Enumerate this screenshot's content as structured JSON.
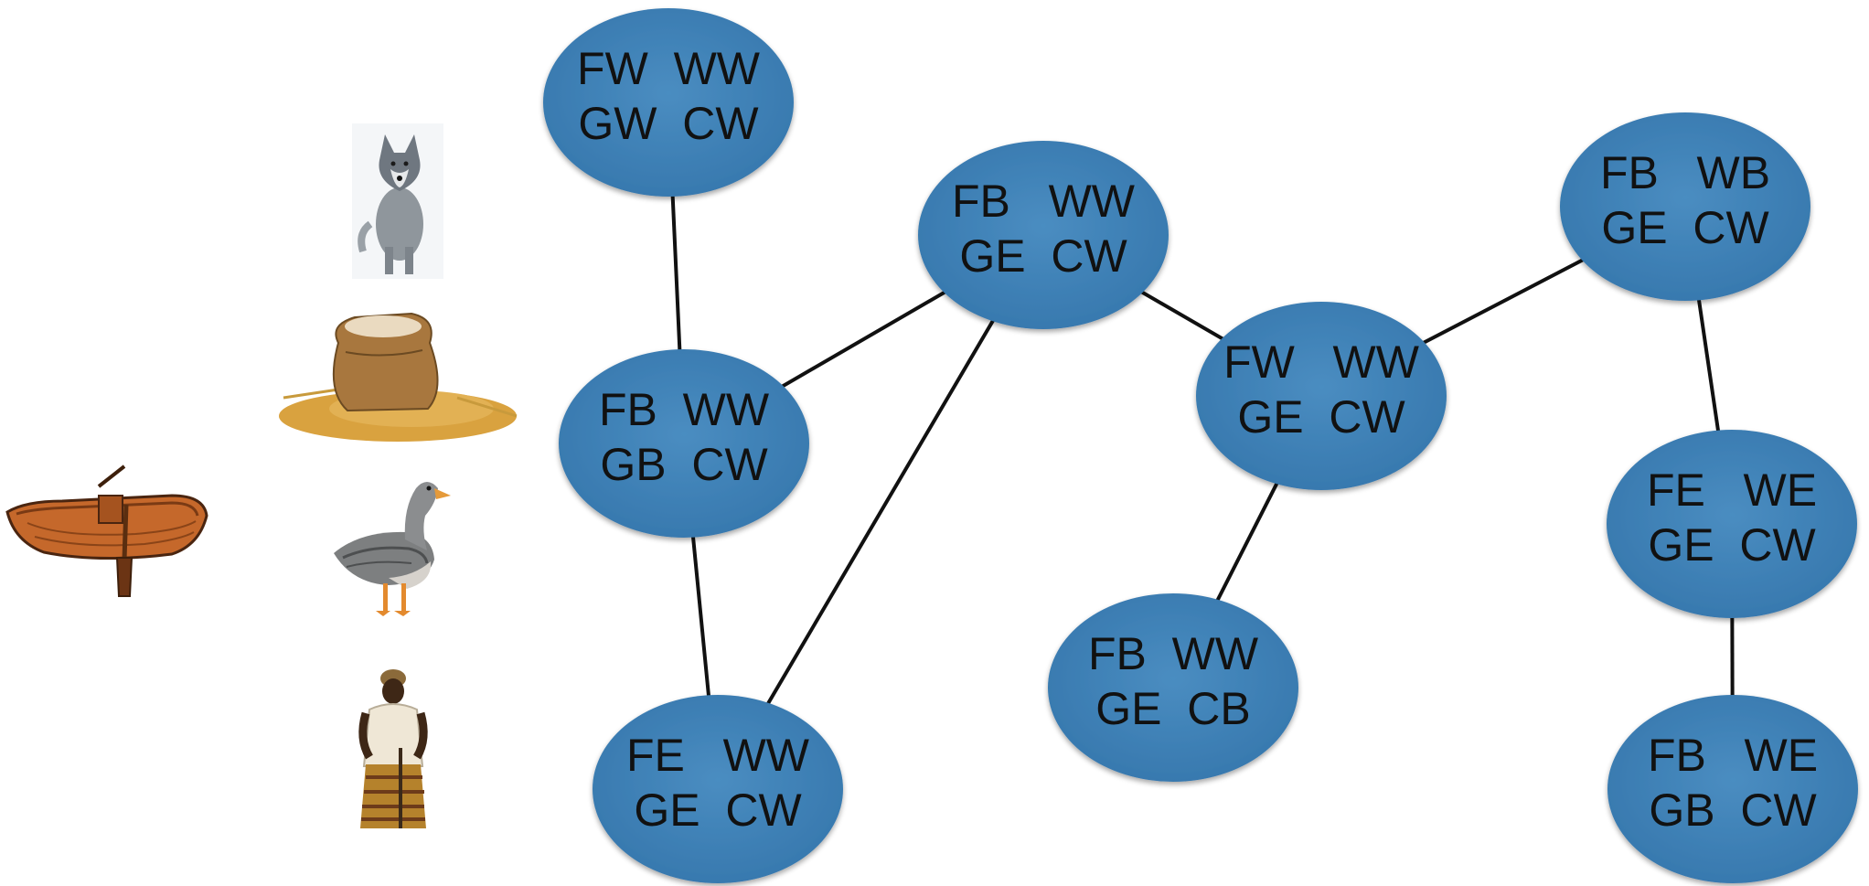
{
  "colors": {
    "node_fill": "#3b80b6",
    "node_fill_light": "#4a8dc1",
    "edge": "#111111",
    "text": "#111111"
  },
  "legend_icons": [
    {
      "name": "rowboat-icon"
    },
    {
      "name": "wolf-icon"
    },
    {
      "name": "grain-sack-icon"
    },
    {
      "name": "goose-icon"
    },
    {
      "name": "farmer-icon"
    }
  ],
  "nodes": [
    {
      "id": "n1",
      "lines": [
        "FW  WW",
        "GW  CW"
      ]
    },
    {
      "id": "n2",
      "lines": [
        "FB  WW",
        "GB  CW"
      ]
    },
    {
      "id": "n3",
      "lines": [
        "FE   WW",
        "GE  CW"
      ]
    },
    {
      "id": "n4",
      "lines": [
        "FB   WW",
        "GE  CW"
      ]
    },
    {
      "id": "n5",
      "lines": [
        "FW   WW",
        "GE  CW"
      ]
    },
    {
      "id": "n6",
      "lines": [
        "FB  WW",
        "GE  CB"
      ]
    },
    {
      "id": "n7",
      "lines": [
        "FB   WB",
        "GE  CW"
      ]
    },
    {
      "id": "n8",
      "lines": [
        "FE   WE",
        "GE  CW"
      ]
    },
    {
      "id": "n9",
      "lines": [
        "FB   WE",
        "GB  CW"
      ]
    }
  ],
  "edges": [
    [
      "n1",
      "n2"
    ],
    [
      "n2",
      "n4"
    ],
    [
      "n2",
      "n3"
    ],
    [
      "n4",
      "n3"
    ],
    [
      "n4",
      "n5"
    ],
    [
      "n5",
      "n6"
    ],
    [
      "n5",
      "n7"
    ],
    [
      "n7",
      "n8"
    ],
    [
      "n8",
      "n9"
    ]
  ]
}
